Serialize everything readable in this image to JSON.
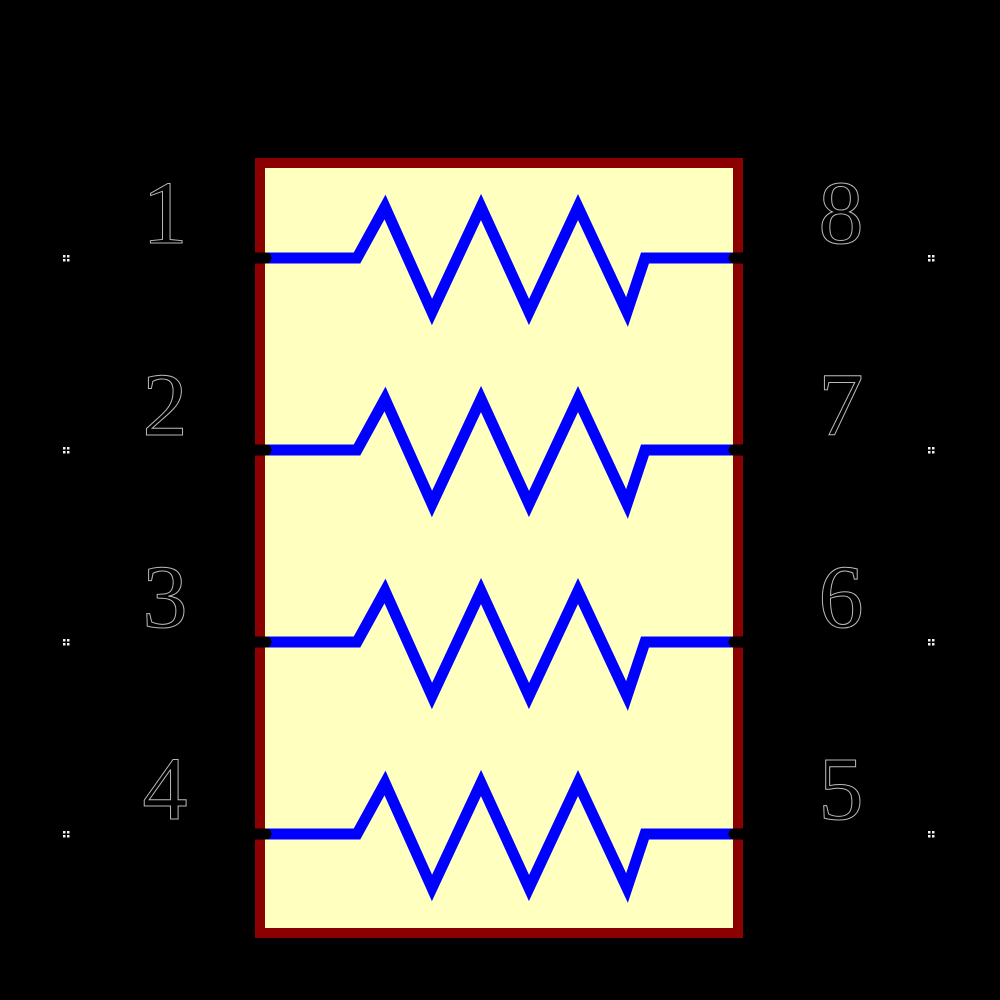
{
  "component": {
    "type": "resistor-network-symbol",
    "resistor_count": 4,
    "pins": {
      "left": [
        {
          "number": "1"
        },
        {
          "number": "2"
        },
        {
          "number": "3"
        },
        {
          "number": "4"
        }
      ],
      "right": [
        {
          "number": "8"
        },
        {
          "number": "7"
        },
        {
          "number": "6"
        },
        {
          "number": "5"
        }
      ]
    }
  },
  "icons": {
    "pin_marker": "2x2-dots"
  },
  "colors": {
    "background": "#000000",
    "body_fill": "#FFFFC0",
    "body_border": "#8B0000",
    "resistor": "#0000FF",
    "pin_stub": "#000000",
    "pin_number_fill": "#000000",
    "pin_number_outline": "#B9B9B9",
    "pin_marker_dots": "#F0F0F0"
  }
}
